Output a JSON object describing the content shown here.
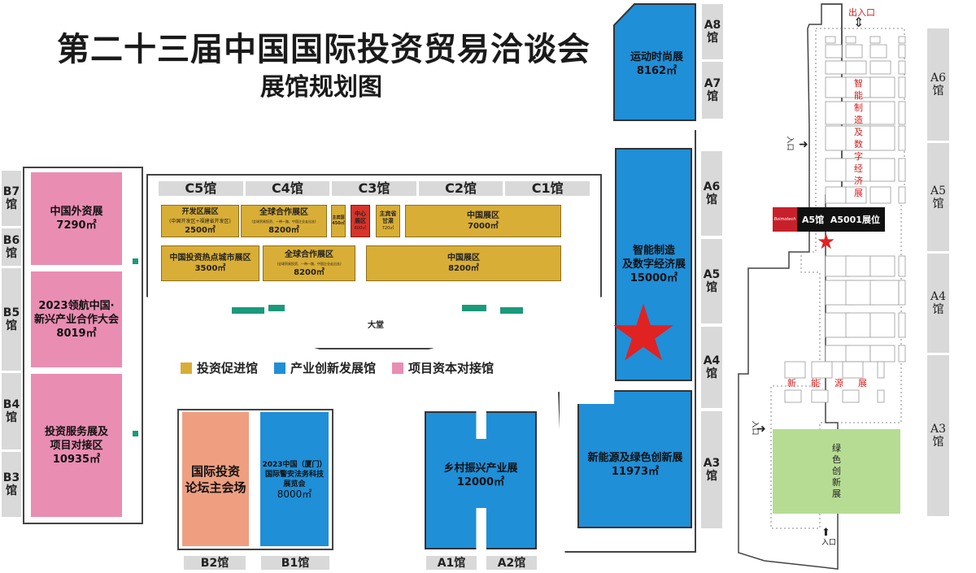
{
  "title": "第二十三届中国国际投资贸易洽谈会",
  "subtitle": "展馆规划图",
  "colors": {
    "invest": "#d9ae36",
    "industry": "#1f8fd8",
    "capital": "#ea8db3",
    "forum": "#ef9f80",
    "center": "#d8332a",
    "green": "#b6dc94",
    "star": "#e02222"
  },
  "legend": [
    {
      "label": "投资促进馆",
      "color": "#d9ae36"
    },
    {
      "label": "产业创新发展馆",
      "color": "#1f8fd8"
    },
    {
      "label": "项目资本对接馆",
      "color": "#ea8db3"
    }
  ],
  "hall_a78": {
    "name": "运动时尚展",
    "area": "8162㎡",
    "labels": [
      "A8馆",
      "A7馆"
    ]
  },
  "hall_a": {
    "upper_name": "智能制造\n及数字经济展",
    "upper_area": "15000㎡",
    "lower_name": "新能源及绿色创新展",
    "lower_area": "11973㎡",
    "labels": [
      "A6馆",
      "A5馆",
      "A4馆",
      "A3馆"
    ],
    "marker_icon": "star-icon"
  },
  "hall_b": {
    "zones": [
      {
        "name": "中国外资展",
        "area": "7290㎡"
      },
      {
        "name": "2023领航中国·\n新兴产业合作大会",
        "area": "8019㎡"
      },
      {
        "name": "投资服务展及\n项目对接区",
        "area": "10935㎡"
      }
    ],
    "labels": [
      "B7馆",
      "B6馆",
      "B5馆",
      "B4馆",
      "B3馆"
    ]
  },
  "hall_c": {
    "labels": [
      "C5馆",
      "C4馆",
      "C3馆",
      "C2馆",
      "C1馆"
    ],
    "zones": [
      {
        "name": "开发区展区",
        "note": "(中国开发区+福建省开发区)",
        "area": "2500㎡"
      },
      {
        "name": "全球合作展区",
        "note": "(全球贸易投资、一带一路、中国企业走出去)",
        "area": "8200㎡"
      },
      {
        "name": "主宾国",
        "area": "450㎡"
      },
      {
        "name": "中心\n展区",
        "area": "600㎡"
      },
      {
        "name": "主宾省\n甘肃",
        "area": "720㎡"
      },
      {
        "name": "中国展区",
        "area": "7000㎡"
      },
      {
        "name": "中国投资热点城市展区",
        "area": "3500㎡"
      },
      {
        "name": "全球合作展区",
        "note": "(全球贸易投资、一带一路、中国企业走出去)",
        "area": "8200㎡"
      },
      {
        "name": "中国展区",
        "area": "8200㎡"
      }
    ],
    "lobby": "大堂"
  },
  "hall_b12": {
    "b2": {
      "name": "国际投资\n论坛主会场"
    },
    "b1": {
      "name": "2023中国（厦门）\n国际警安法务科技\n展览会",
      "area": "8000㎡"
    },
    "labels": [
      "B2馆",
      "B1馆"
    ]
  },
  "hall_a12": {
    "name": "乡村振兴产业展",
    "area": "12000㎡",
    "labels": [
      "A1馆",
      "A2馆"
    ]
  },
  "detail_map": {
    "entrance_top": "出入口",
    "entrance_side": "入口",
    "entrance_bottom": "入口",
    "exhibitor_logo": "Boimotech",
    "booth_label": "A5馆  A5001展位",
    "zone_upper": "智能制造及数字经济展",
    "zone_mid": "新能源展",
    "zone_green": "绿色创新展",
    "labels": [
      "A6馆",
      "A5馆",
      "A4馆",
      "A3馆"
    ]
  }
}
